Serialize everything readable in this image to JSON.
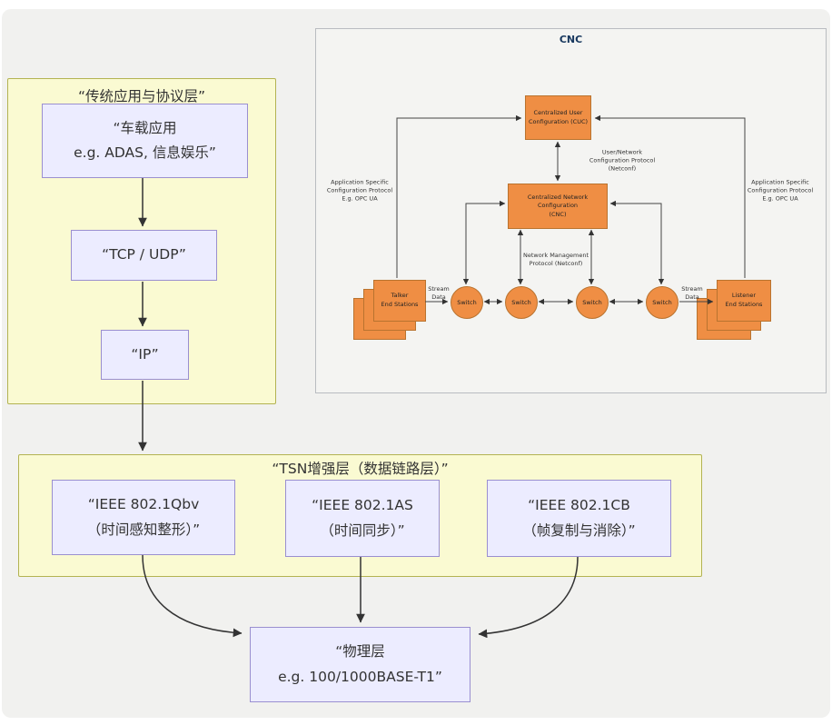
{
  "app_stack": {
    "title": "“传统应用与协议层”",
    "boxes": {
      "vehicle_app": {
        "line1": "“车载应用",
        "line2": "e.g. ADAS, 信息娱乐”"
      },
      "tcp_udp": {
        "line1": "“TCP / UDP”"
      },
      "ip": {
        "line1": "“IP”"
      }
    }
  },
  "cnc_panel": {
    "title": "CNC",
    "cuc_box": {
      "line1": "Centralized User",
      "line2": "Configuration (CUC)"
    },
    "cnc_box": {
      "line1": "Centralized Network Configuration",
      "line2": "(CNC)"
    },
    "talker": {
      "line1": "Talker",
      "line2": "End Stations"
    },
    "listener": {
      "line1": "Listener",
      "line2": "End Stations"
    },
    "switches": [
      "Switch",
      "Switch",
      "Switch",
      "Switch"
    ],
    "labels": {
      "left_protocol": {
        "line1": "Application Specific",
        "line2": "Configuration Protocol",
        "line3": "E.g. OPC UA"
      },
      "right_protocol": {
        "line1": "Application Specific",
        "line2": "Configuration Protocol",
        "line3": "E.g. OPC UA"
      },
      "user_network": {
        "line1": "User/Network",
        "line2": "Configuration Protocol",
        "line3": "(Netconf)"
      },
      "network_mgmt": {
        "line1": "Network Management",
        "line2": "Protocol (Netconf)"
      },
      "stream_data_left": {
        "line1": "Stream",
        "line2": "Data"
      },
      "stream_data_right": {
        "line1": "Stream",
        "line2": "Data"
      }
    }
  },
  "tsn_layer": {
    "title": "“TSN增强层（数据链路层）”",
    "boxes": {
      "qbv": {
        "line1": "“IEEE 802.1Qbv",
        "line2": "（时间感知整形）”"
      },
      "as": {
        "line1": "“IEEE 802.1AS",
        "line2": "（时间同步）”"
      },
      "cb": {
        "line1": "“IEEE 802.1CB",
        "line2": "（帧复制与消除）”"
      }
    }
  },
  "physical": {
    "line1": "“物理层",
    "line2": "e.g. 100/1000BASE-T1”"
  },
  "colors": {
    "page_bg": "#f1f1ef",
    "container_yellow": "#fafad2",
    "container_yellow_border": "#b3b352",
    "node_fill": "#ececff",
    "node_border": "#9a8fd0",
    "orange_fill": "#ef8e44",
    "orange_border": "#b9732f",
    "cnc_title_color": "#17375e",
    "arrow_color": "#333333"
  }
}
